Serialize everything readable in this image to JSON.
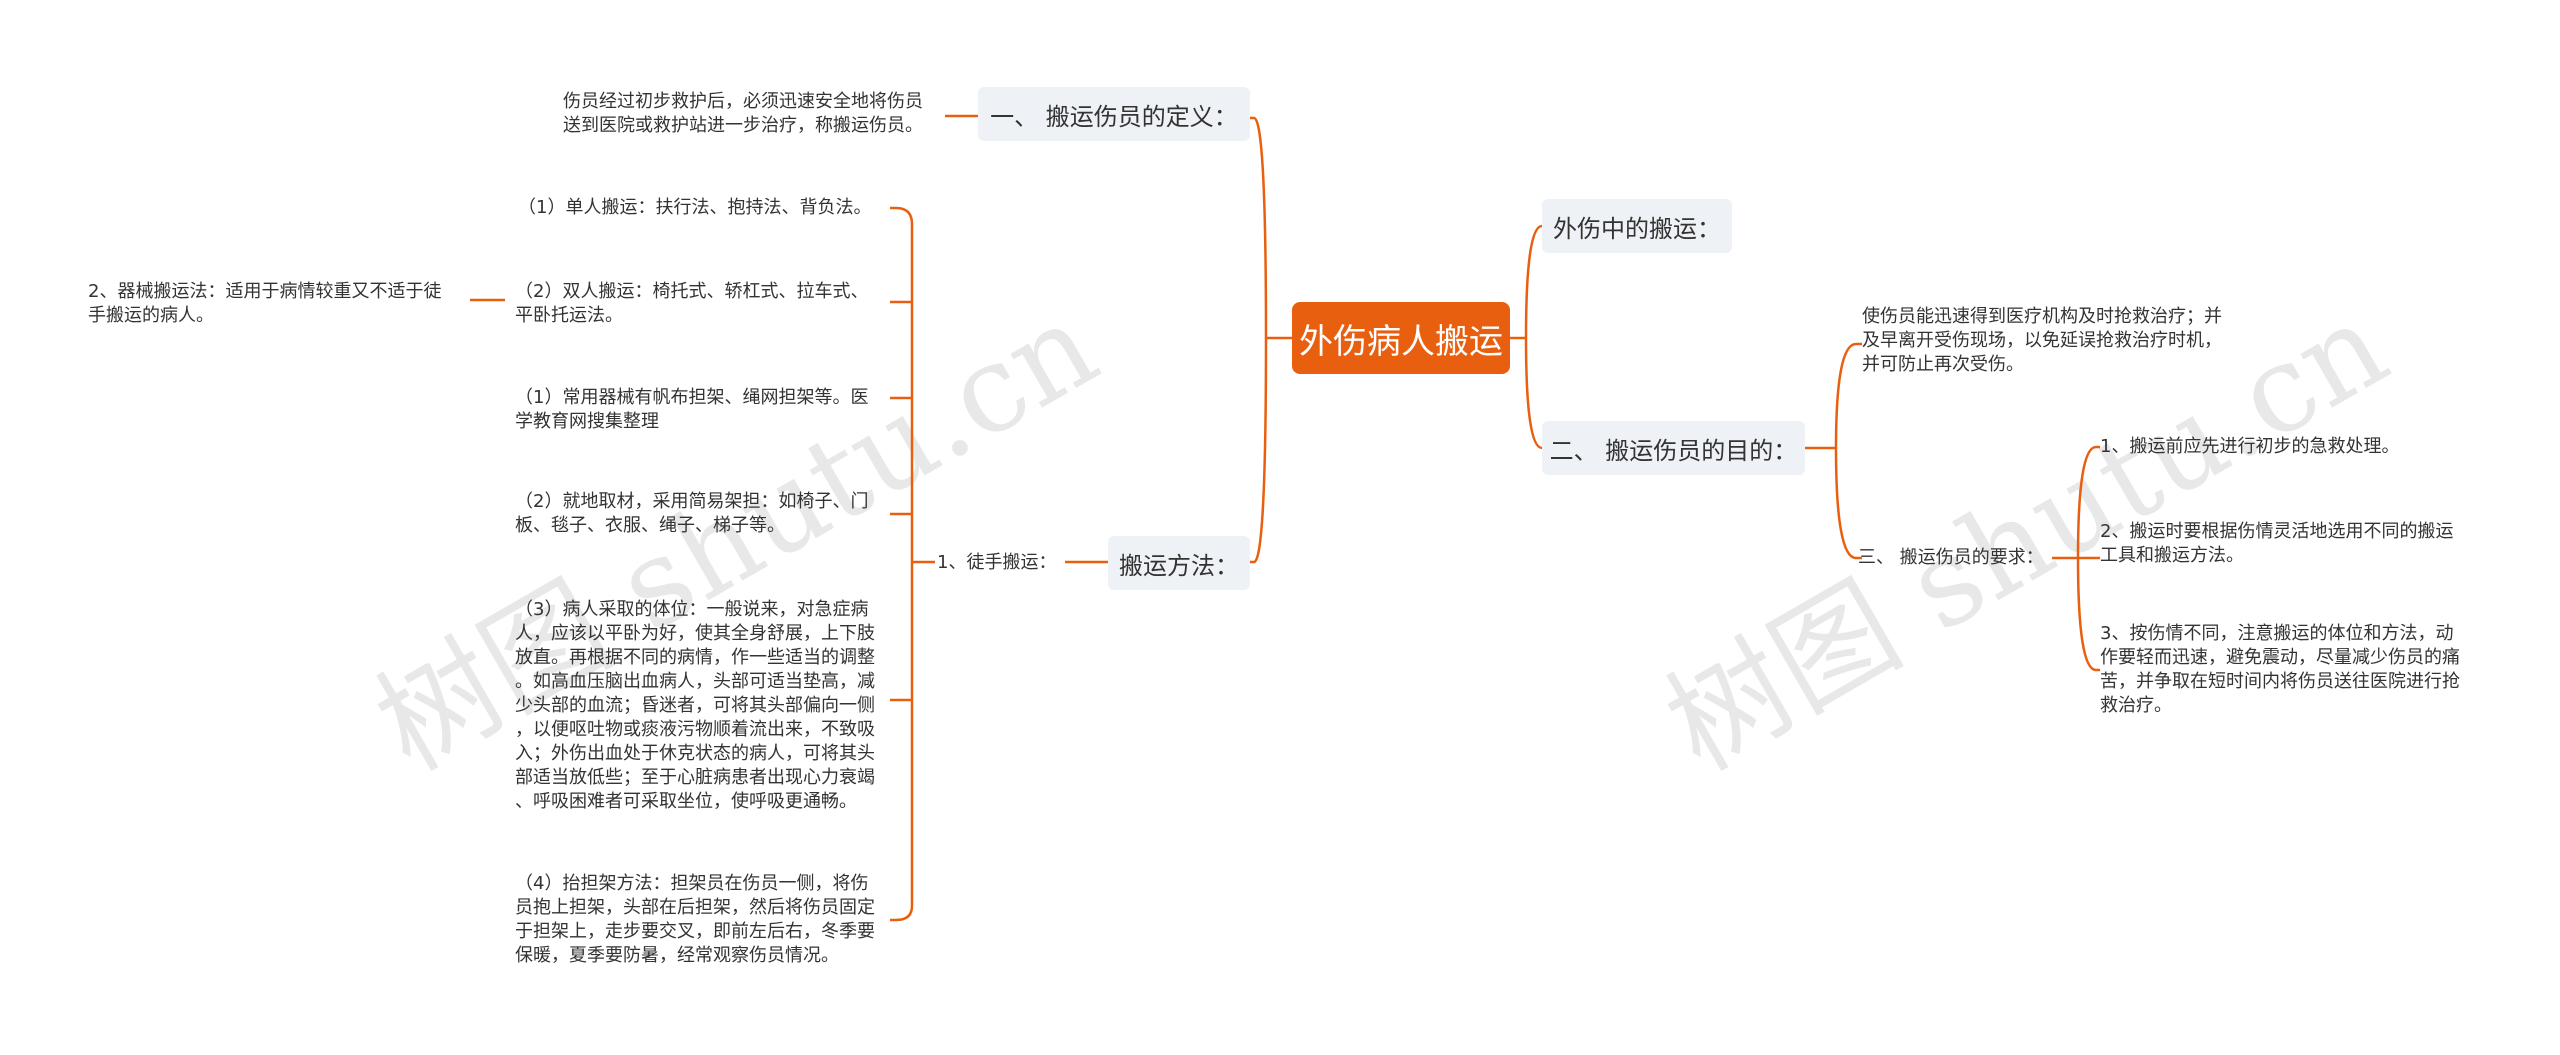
{
  "root": "外伤病人搬运",
  "watermark": "树图 shutu.cn",
  "right": {
    "a": "外伤中的搬运：",
    "b": "二、 搬运伤员的目的：",
    "b_text": [
      "使伤员能迅速得到医疗机构及时抢救治疗；并",
      "及早离开受伤现场，以免延误抢救治疗时机，",
      "并可防止再次受伤。"
    ],
    "c": "三、 搬运伤员的要求：",
    "req": [
      [
        "1、搬运前应先进行初步的急救处理。"
      ],
      [
        "2、搬运时要根据伤情灵活地选用不同的搬运",
        "工具和搬运方法。"
      ],
      [
        "3、按伤情不同，注意搬运的体位和方法，动",
        "作要轻而迅速，避免震动，尽量减少伤员的痛",
        "苦，并争取在短时间内将伤员送往医院进行抢",
        "救治疗。"
      ]
    ]
  },
  "left": {
    "def": "一、 搬运伤员的定义：",
    "def_text": [
      "伤员经过初步救护后，必须迅速安全地将伤员",
      "送到医院或救护站进一步治疗，称搬运伤员。"
    ],
    "method": "搬运方法：",
    "hand": "1、徒手搬运：",
    "mech": [
      "2、器械搬运法：适用于病情较重又不适于徒",
      "手搬运的病人。"
    ],
    "items": [
      [
        "（1）单人搬运：扶行法、抱持法、背负法。"
      ],
      [
        "（2）双人搬运：椅托式、轿杠式、拉车式、",
        "平卧托运法。"
      ],
      [
        "（1）常用器械有帆布担架、绳网担架等。医",
        "学教育网搜集整理"
      ],
      [
        "（2）就地取材，采用简易架担：如椅子、门",
        "板、毯子、衣服、绳子、梯子等。"
      ],
      [
        "（3）病人采取的体位：一般说来，对急症病",
        "人，应该以平卧为好，使其全身舒展，上下肢",
        "放直。再根据不同的病情，作一些适当的调整",
        "。如高血压脑出血病人，头部可适当垫高，减",
        "少头部的血流；昏迷者，可将其头部偏向一侧",
        "，以便呕吐物或痰液污物顺着流出来，不致吸",
        "入；外伤出血处于休克状态的病人，可将其头",
        "部适当放低些；至于心脏病患者出现心力衰竭",
        "、呼吸困难者可采取坐位，使呼吸更通畅。"
      ],
      [
        "（4）抬担架方法：担架员在伤员一侧，将伤",
        "员抱上担架，头部在后担架，然后将伤员固定",
        "于担架上，走步要交叉，即前左后右，冬季要",
        "保暖，夏季要防暑，经常观察伤员情况。"
      ]
    ]
  },
  "colors": {
    "accent": "#e8600f",
    "box": "#eef1f5"
  }
}
